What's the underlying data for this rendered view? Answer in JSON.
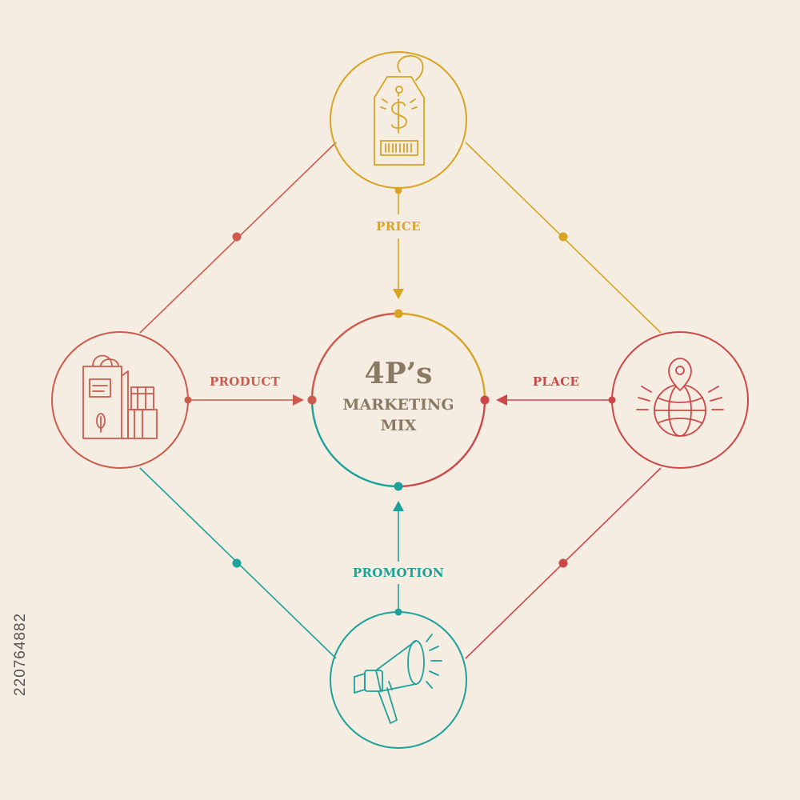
{
  "colors": {
    "background": "#f6ede2",
    "price": "#d7a423",
    "product": "#cc5b4e",
    "place": "#cc4848",
    "promotion": "#1ca19b",
    "title": "#8a7a63"
  },
  "center": {
    "title_main": "4P’s",
    "title_line1": "MARKETING",
    "title_line2": "MIX"
  },
  "nodes": {
    "price": {
      "label": "PRICE",
      "icon": "price-tag-dollar-icon"
    },
    "product": {
      "label": "PRODUCT",
      "icon": "shopping-bag-boxes-icon"
    },
    "place": {
      "label": "PLACE",
      "icon": "globe-location-pin-icon"
    },
    "promotion": {
      "label": "PROMOTION",
      "icon": "megaphone-icon"
    }
  },
  "watermark": {
    "stock_id": "220764882"
  }
}
